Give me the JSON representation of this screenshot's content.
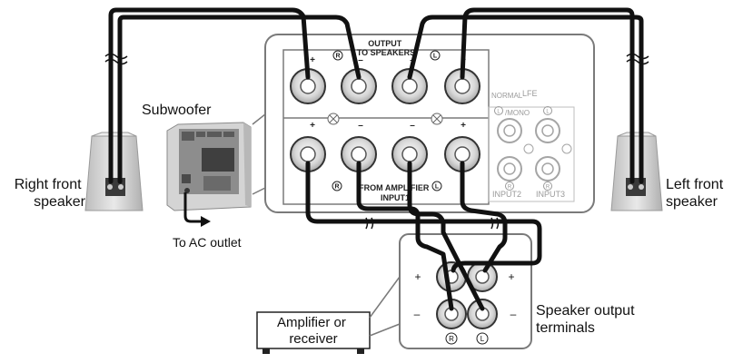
{
  "labels": {
    "right_front_speaker": [
      "Right front",
      "speaker"
    ],
    "left_front_speaker": [
      "Left front",
      "speaker"
    ],
    "subwoofer": "Subwoofer",
    "to_ac_outlet": "To AC outlet",
    "amplifier": [
      "Amplifier or",
      "receiver"
    ],
    "speaker_output_terminals": [
      "Speaker output",
      "terminals"
    ]
  },
  "panel": {
    "output_title": [
      "OUTPUT",
      "TO SPEAKERS"
    ],
    "input_title": [
      "FROM AMPLIFIER",
      "INPUT1"
    ],
    "normal": "NORMAL",
    "mono": "/MONO",
    "lfe": "LFE",
    "input2": "INPUT2",
    "input3": "INPUT3",
    "r_mark": "R",
    "l_mark": "L",
    "plus": "+",
    "minus": "–"
  },
  "colors": {
    "cable": "#111111",
    "panel_line": "#7a7a7a",
    "speaker_body": "#d9d9d9",
    "speaker_shade": "#b5b5b5",
    "terminal_ring": "#cfcfcf"
  }
}
